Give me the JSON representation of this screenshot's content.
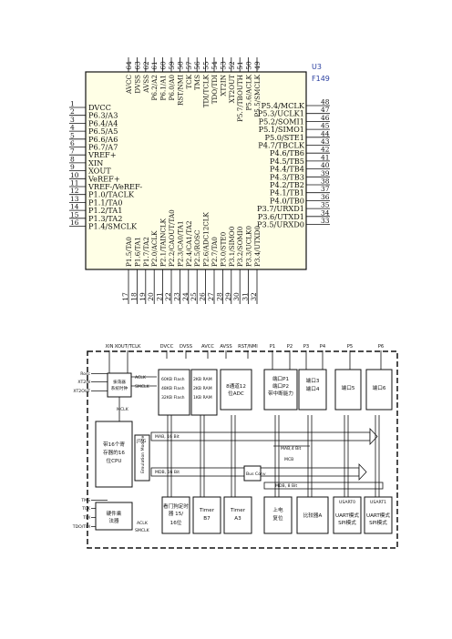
{
  "chip": {
    "refdes": "U3",
    "part": "F149",
    "left_pins": [
      {
        "num": "1",
        "label": "DVCC"
      },
      {
        "num": "2",
        "label": "P6.3/A3"
      },
      {
        "num": "3",
        "label": "P6.4/A4"
      },
      {
        "num": "4",
        "label": "P6.5/A5"
      },
      {
        "num": "5",
        "label": "P6.6/A6"
      },
      {
        "num": "6",
        "label": "P6.7/A7"
      },
      {
        "num": "7",
        "label": "VREF+"
      },
      {
        "num": "8",
        "label": "XIN"
      },
      {
        "num": "9",
        "label": "XOUT"
      },
      {
        "num": "10",
        "label": "VeREF+"
      },
      {
        "num": "11",
        "label": "VREF-/VeREF-"
      },
      {
        "num": "12",
        "label": "P1.0/TACLK"
      },
      {
        "num": "13",
        "label": "P1.1/TA0"
      },
      {
        "num": "14",
        "label": "P1.2/TA1"
      },
      {
        "num": "15",
        "label": "P1.3/TA2"
      },
      {
        "num": "16",
        "label": "P1.4/SMCLK"
      }
    ],
    "right_pins": [
      {
        "num": "48",
        "label": "P5.4/MCLK"
      },
      {
        "num": "47",
        "label": "P5.3/UCLK1"
      },
      {
        "num": "46",
        "label": "P5.2/SOMI1"
      },
      {
        "num": "45",
        "label": "P5.1/SIMO1"
      },
      {
        "num": "44",
        "label": "P5.0/STE1"
      },
      {
        "num": "43",
        "label": "P4.7/TBCLK"
      },
      {
        "num": "42",
        "label": "P4.6/TB6"
      },
      {
        "num": "41",
        "label": "P4.5/TB5"
      },
      {
        "num": "40",
        "label": "P4.4/TB4"
      },
      {
        "num": "39",
        "label": "P4.3/TB3"
      },
      {
        "num": "38",
        "label": "P4.2/TB2"
      },
      {
        "num": "37",
        "label": "P4.1/TB1"
      },
      {
        "num": "36",
        "label": "P4.0/TB0"
      },
      {
        "num": "35",
        "label": "P3.7/URXD1"
      },
      {
        "num": "34",
        "label": "P3.6/UTXD1"
      },
      {
        "num": "33",
        "label": "P3.5/URXD0"
      }
    ],
    "top_pins": [
      {
        "num": "64",
        "label": "AVCC"
      },
      {
        "num": "63",
        "label": "DVSS"
      },
      {
        "num": "62",
        "label": "AVSS"
      },
      {
        "num": "61",
        "label": "P6.2/A2"
      },
      {
        "num": "60",
        "label": "P6.1/A1"
      },
      {
        "num": "59",
        "label": "P6.0/A0"
      },
      {
        "num": "58",
        "label": "RST/NMI"
      },
      {
        "num": "57",
        "label": "TCK"
      },
      {
        "num": "56",
        "label": "TMS"
      },
      {
        "num": "55",
        "label": "TDI/TCLK"
      },
      {
        "num": "54",
        "label": "TDO/TDI"
      },
      {
        "num": "53",
        "label": "XT2IN"
      },
      {
        "num": "52",
        "label": "XT2OUT"
      },
      {
        "num": "51",
        "label": "P5.7/TBOUTH"
      },
      {
        "num": "50",
        "label": "P5.6/ACLK"
      },
      {
        "num": "49",
        "label": "P5.5/SMCLK"
      }
    ],
    "bottom_pins": [
      {
        "num": "17",
        "label": "P1.5/TA0"
      },
      {
        "num": "18",
        "label": "P1.6/TA1"
      },
      {
        "num": "19",
        "label": "P1.7/TA2"
      },
      {
        "num": "20",
        "label": "P2.0/ACLK"
      },
      {
        "num": "21",
        "label": "P2.1/TAINCLK"
      },
      {
        "num": "22",
        "label": "P2.2/CAOUT/TA0"
      },
      {
        "num": "23",
        "label": "P2.3/CA0/TA1"
      },
      {
        "num": "24",
        "label": "P2.4/CA1/TA2"
      },
      {
        "num": "25",
        "label": "P2.5/ROSC"
      },
      {
        "num": "26",
        "label": "P2.6/ADC12CLK"
      },
      {
        "num": "27",
        "label": "P2.7/TA0"
      },
      {
        "num": "28",
        "label": "P3.0/STE0"
      },
      {
        "num": "29",
        "label": "P3.1/SIMO0"
      },
      {
        "num": "30",
        "label": "P3.2/SOMI0"
      },
      {
        "num": "31",
        "label": "P3.3/UCLK0"
      },
      {
        "num": "32",
        "label": "P3.4/UTXD0"
      }
    ]
  },
  "block": {
    "top_signals": [
      "XIN",
      "XOUT/TCLK",
      "DVCC",
      "DVSS",
      "AVCC",
      "AVSS",
      "RST/NMI",
      "P1",
      "P2",
      "P3",
      "P4",
      "P5",
      "P6"
    ],
    "left_signals": [
      "Rosc",
      "XT2IN",
      "XT2OUT",
      "TMS",
      "TCK",
      "TDI",
      "TDO/TDI"
    ],
    "oscillator": "振荡器 系统时钟",
    "aclk": "ACLK",
    "smclk": "SMCLK",
    "mclk": "MCLK",
    "cpu": "带16个寄存器的16位CPU",
    "jtag": "JTAG",
    "emulation": "Emulation Module",
    "flash": [
      "60KB Flash",
      "48KB Flash",
      "32KB Flash"
    ],
    "ram": [
      "2KB RAM",
      "2KB RAM",
      "1KB RAM"
    ],
    "adc": "8通道12位ADC",
    "comparator": "比较器A",
    "port12": "端口P1 端口P2 带中断能力",
    "port34": "端口3 端口4",
    "port5": "端口5",
    "port6": "端口6",
    "mab16": "MAB, 16 Bit",
    "mdb16": "MDB, 16 Bit",
    "mab4": "MAB,4 Bit",
    "mdb8": "MDB, 8 Bit",
    "mcb": "MCB",
    "bus_conv": "Bus Conv",
    "hw_mult": "硬件乘法器",
    "watchdog": "看门狗定时器 15/16位",
    "timer_b7": "Timer B7",
    "timer_a3": "Timer A3",
    "por": "上电复位",
    "usart0": "USART0",
    "usart0_mode": "UART模式 SPI模式",
    "usart1": "USART1",
    "usart1_mode": "UART模式 SPI模式"
  },
  "colors": {
    "line": "#111111",
    "bg": "#ffffff",
    "chip_fill": "#ffffe6",
    "refdes": "#2a3fa0"
  }
}
